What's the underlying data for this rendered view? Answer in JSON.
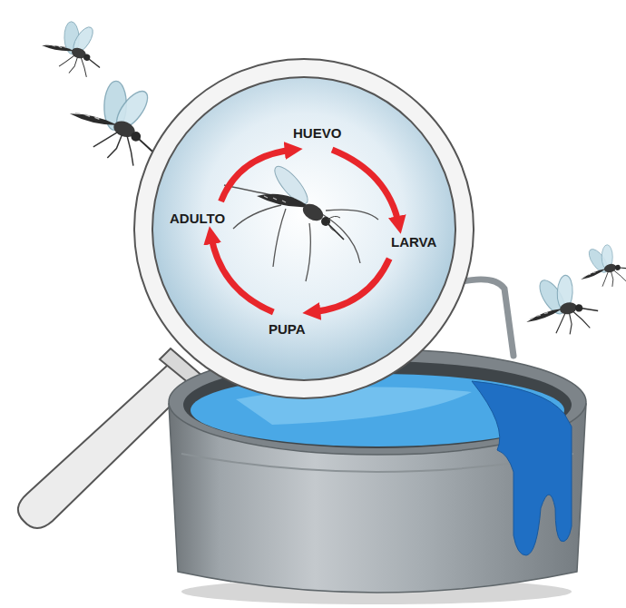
{
  "diagram": {
    "nodes": [
      {
        "text": [
          "HUEVO"
        ]
      },
      {
        "text": [
          "LARVA"
        ]
      },
      {
        "text": [
          "PUPA"
        ]
      },
      {
        "text": [
          "ADULTO"
        ]
      }
    ],
    "edges": [
      {
        "from": 0,
        "to": 1,
        "arrow": "to"
      },
      {
        "from": 1,
        "to": 2,
        "arrow": "to"
      },
      {
        "from": 2,
        "to": 3,
        "arrow": "to"
      },
      {
        "from": 3,
        "to": 0,
        "arrow": "to"
      }
    ]
  }
}
